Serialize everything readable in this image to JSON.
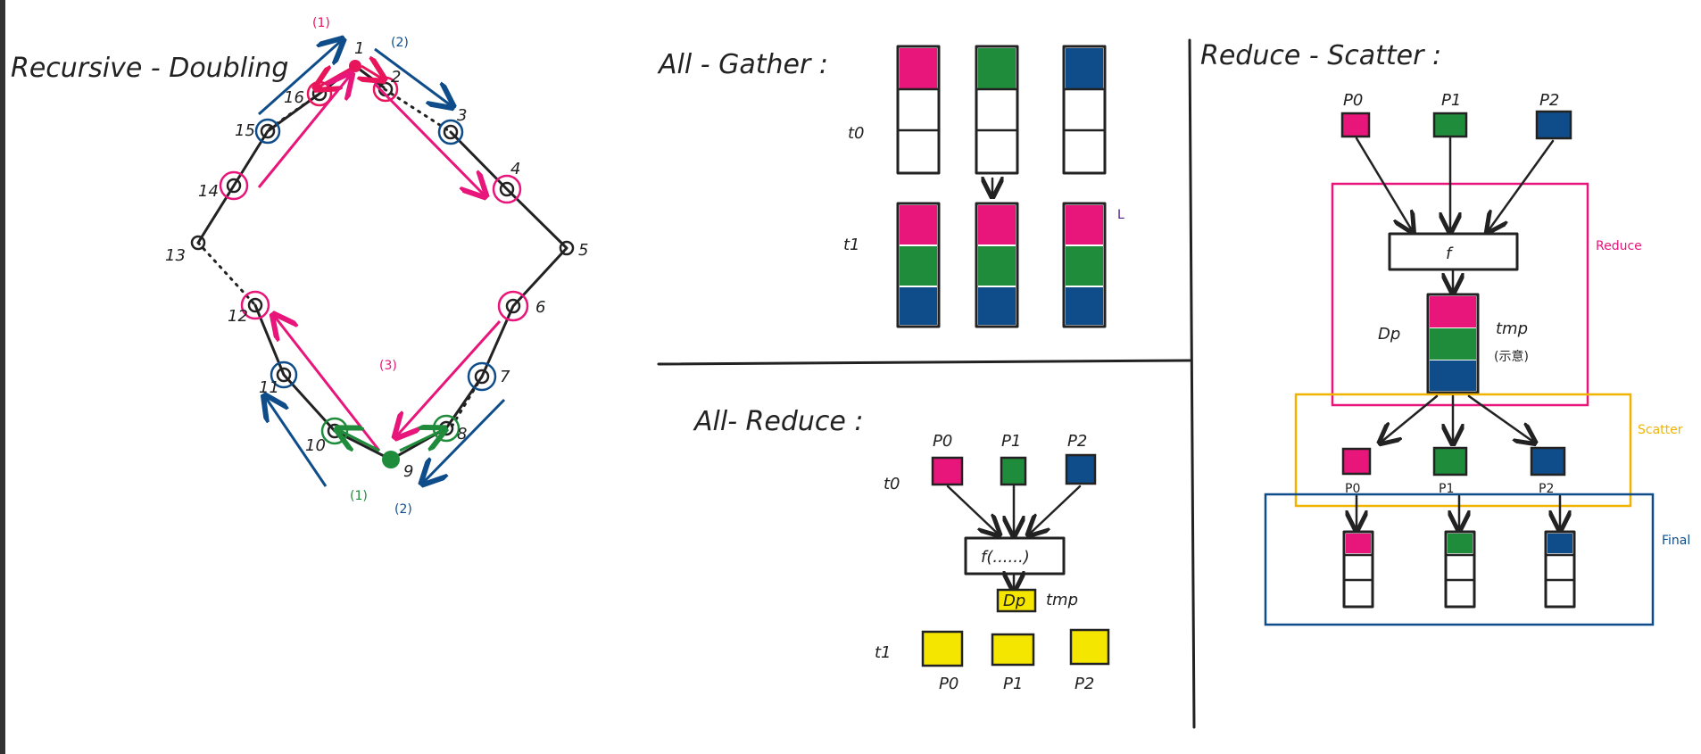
{
  "colors": {
    "ink": "#222222",
    "red": "#e8155b",
    "pink": "#e8157a",
    "green": "#1e8c3a",
    "blue": "#0f4d8a",
    "yellow": "#f5e600",
    "orange": "#f0b400",
    "purple": "#4a1d8a",
    "left_bar": "#333333"
  },
  "recursive": {
    "title": "Recursive - Doubling",
    "node_labels": {
      "n1": "1",
      "n2": "2",
      "n3": "3",
      "n4": "4",
      "n5": "5",
      "n6": "6",
      "n7": "7",
      "n8": "8",
      "n9": "9",
      "n10": "10",
      "n11": "11",
      "n12": "12",
      "n13": "13",
      "n14": "14",
      "n15": "15",
      "n16": "16"
    },
    "step_labels": {
      "top_red": "(1)",
      "top_blue": "(2)",
      "mid_pink": "(3)",
      "bottom_green": "(1)",
      "bottom_blue": "(2)"
    }
  },
  "allgather": {
    "title": "All - Gather :",
    "t0": "t0",
    "t1": "t1",
    "mark": "L"
  },
  "allreduce": {
    "title": "All- Reduce :",
    "procs": [
      "P0",
      "P1",
      "P2"
    ],
    "t0": "t0",
    "t1": "t1",
    "func": "f(......)",
    "dp": "Dp",
    "tmp": "tmp",
    "out_procs": [
      "P0",
      "P1",
      "P2"
    ]
  },
  "reducescatter": {
    "title": "Reduce - Scatter :",
    "procs": [
      "P0",
      "P1",
      "P2"
    ],
    "func": "f",
    "dp": "Dp",
    "tmp": "tmp",
    "tmp_note": "(示意)",
    "box_reduce": "Reduce",
    "box_scatter": "Scatter",
    "box_final": "Final",
    "scatter_procs": [
      "P0",
      "P1",
      "P2"
    ]
  }
}
